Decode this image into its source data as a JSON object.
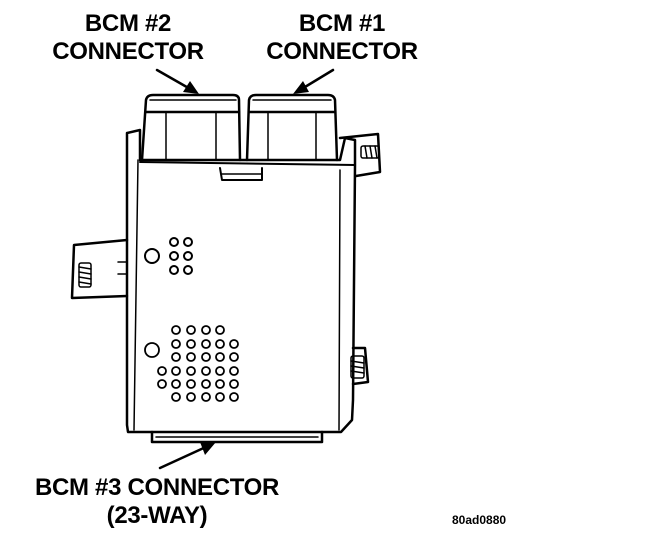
{
  "labels": {
    "bcm2": {
      "line1": "BCM #2",
      "line2": "CONNECTOR"
    },
    "bcm1": {
      "line1": "BCM #1",
      "line2": "CONNECTOR"
    },
    "bcm3": {
      "line1": "BCM #3 CONNECTOR",
      "line2": "(23-WAY)"
    }
  },
  "figure_code": "80ad0880",
  "icons": [
    "arrow-icon",
    "mounting-stud-icon"
  ],
  "colors": {
    "ink": "#000000",
    "paper": "#ffffff"
  }
}
